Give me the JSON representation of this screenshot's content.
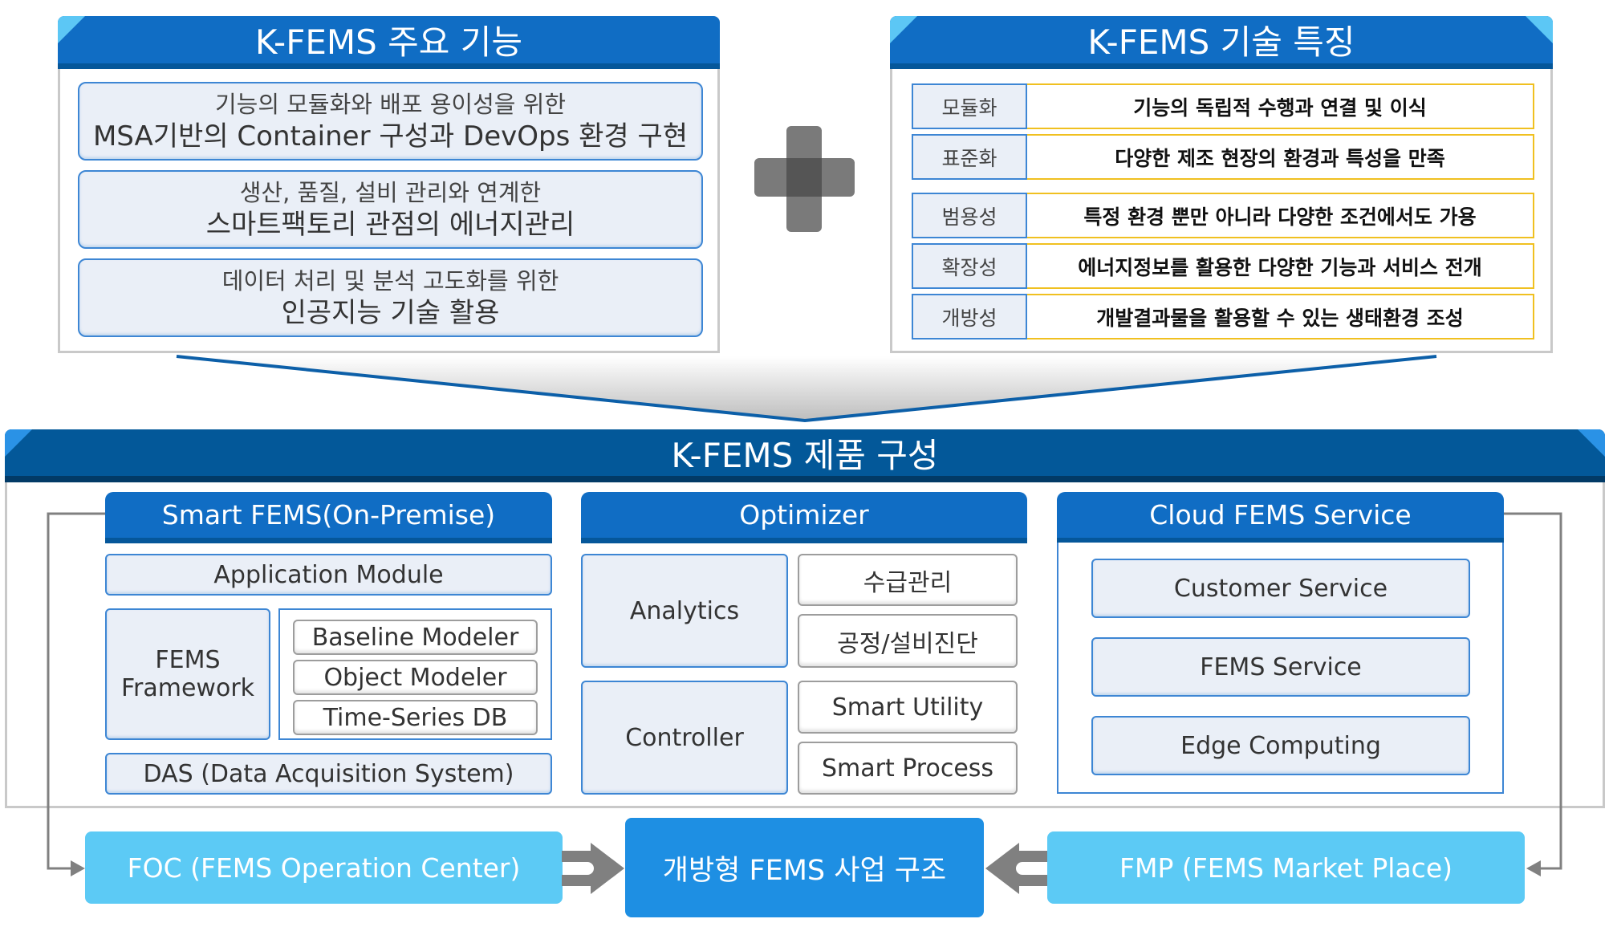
{
  "top_left": {
    "title": "K-FEMS 주요 기능",
    "items": [
      {
        "line1": "기능의 모듈화와 배포 용이성을 위한",
        "line2": "MSA기반의 Container 구성과 DevOps 환경 구현"
      },
      {
        "line1": "생산, 품질, 설비 관리와 연계한",
        "line2": "스마트팩토리 관점의 에너지관리"
      },
      {
        "line1": "데이터 처리 및 분석 고도화를 위한",
        "line2": "인공지능 기술 활용"
      }
    ]
  },
  "plus_icon": "plus-icon",
  "top_right": {
    "title": "K-FEMS 기술 특징",
    "rows": [
      {
        "label": "모듈화",
        "desc": "기능의 독립적 수행과 연결 및 이식"
      },
      {
        "label": "표준화",
        "desc": "다양한 제조 현장의 환경과 특성을 만족"
      },
      {
        "label": "범용성",
        "desc": "특정 환경 뿐만 아니라 다양한 조건에서도 가용"
      },
      {
        "label": "확장성",
        "desc": "에너지정보를 활용한 다양한 기능과 서비스 전개"
      },
      {
        "label": "개방성",
        "desc": "개발결과물을 활용할 수 있는 생태환경 조성"
      }
    ]
  },
  "product": {
    "title": "K-FEMS 제품 구성",
    "smart_fems": {
      "title": "Smart FEMS(On-Premise)",
      "application_module": "Application Module",
      "framework": {
        "line1": "FEMS",
        "line2": "Framework"
      },
      "modules": [
        "Baseline Modeler",
        "Object Modeler",
        "Time-Series DB"
      ],
      "das": "DAS (Data Acquisition System)"
    },
    "optimizer": {
      "title": "Optimizer",
      "analytics": "Analytics",
      "analytics_items": [
        "수급관리",
        "공정/설비진단"
      ],
      "controller": "Controller",
      "controller_items": [
        "Smart Utility",
        "Smart Process"
      ]
    },
    "cloud": {
      "title": "Cloud FEMS Service",
      "items": [
        "Customer Service",
        "FEMS Service",
        "Edge Computing"
      ]
    }
  },
  "bottom": {
    "foc": "FOC (FEMS Operation Center)",
    "center": "개방형 FEMS 사업 구조",
    "fmp": "FMP (FEMS Market Place)"
  },
  "colors": {
    "banner_blue": "#106dc4",
    "banner_dark": "#035899",
    "accent_cyan": "#5ccaf5",
    "center_blue": "#1e8fe3",
    "gold_border": "#f0c020"
  }
}
